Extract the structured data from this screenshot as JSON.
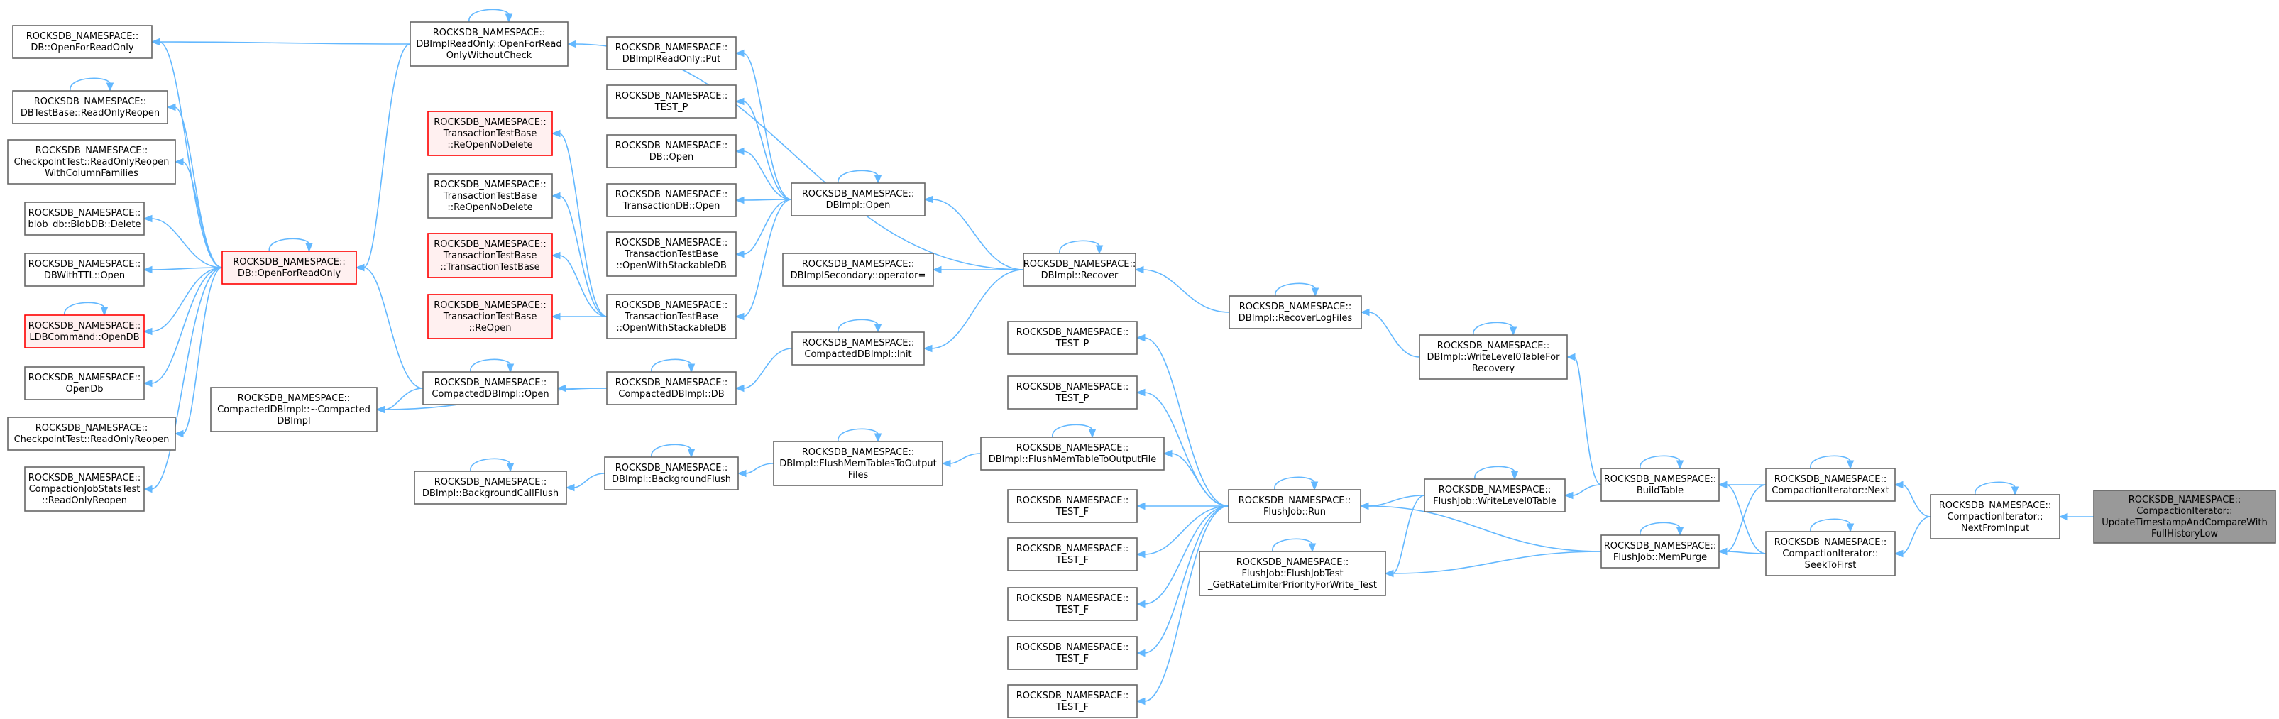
{
  "colors": {
    "edge": "#63b8ff",
    "node_border": "#666666",
    "highlight_border": "#ff0000",
    "highlight_fill": "#fff0f0",
    "root_fill": "#999999"
  },
  "nodes": [
    {
      "id": "n_db_openforreadonly",
      "lines": [
        "ROCKSDB_NAMESPACE::",
        "DB::OpenForReadOnly"
      ]
    },
    {
      "id": "n_dbtestbase_readonlyreopen",
      "lines": [
        "ROCKSDB_NAMESPACE::",
        "DBTestBase::ReadOnlyReopen"
      ]
    },
    {
      "id": "n_checkpoint_ro_cf",
      "lines": [
        "ROCKSDB_NAMESPACE::",
        "CheckpointTest::ReadOnlyReopen",
        "WithColumnFamilies"
      ]
    },
    {
      "id": "n_blobdb_delete",
      "lines": [
        "ROCKSDB_NAMESPACE::",
        "blob_db::BlobDB::Delete"
      ]
    },
    {
      "id": "n_dbwithttl_open",
      "lines": [
        "ROCKSDB_NAMESPACE::",
        "DBWithTTL::Open"
      ]
    },
    {
      "id": "n_ldbcommand_opendb",
      "lines": [
        "ROCKSDB_NAMESPACE::",
        "LDBCommand::OpenDB"
      ],
      "style": "red"
    },
    {
      "id": "n_opendb",
      "lines": [
        "ROCKSDB_NAMESPACE::",
        "OpenDb"
      ]
    },
    {
      "id": "n_checkpoint_ro",
      "lines": [
        "ROCKSDB_NAMESPACE::",
        "CheckpointTest::ReadOnlyReopen"
      ]
    },
    {
      "id": "n_compactionjobstats_ro",
      "lines": [
        "ROCKSDB_NAMESPACE::",
        "CompactionJobStatsTest",
        "::ReadOnlyReopen"
      ]
    },
    {
      "id": "n_db_openforreadonly2",
      "lines": [
        "ROCKSDB_NAMESPACE::",
        "DB::OpenForReadOnly"
      ],
      "style": "red"
    },
    {
      "id": "n_compacted_dtor",
      "lines": [
        "ROCKSDB_NAMESPACE::",
        "CompactedDBImpl::~Compacted",
        "DBImpl"
      ]
    },
    {
      "id": "n_dbimplreadonly_ofrowc",
      "lines": [
        "ROCKSDB_NAMESPACE::",
        "DBImplReadOnly::OpenForRead",
        "OnlyWithoutCheck"
      ]
    },
    {
      "id": "n_ttb_reopennodelete_red",
      "lines": [
        "ROCKSDB_NAMESPACE::",
        "TransactionTestBase",
        "::ReOpenNoDelete"
      ],
      "style": "red"
    },
    {
      "id": "n_ttb_reopennodelete",
      "lines": [
        "ROCKSDB_NAMESPACE::",
        "TransactionTestBase",
        "::ReOpenNoDelete"
      ]
    },
    {
      "id": "n_ttb_ctor",
      "lines": [
        "ROCKSDB_NAMESPACE::",
        "TransactionTestBase",
        "::TransactionTestBase"
      ],
      "style": "red"
    },
    {
      "id": "n_ttb_reopen",
      "lines": [
        "ROCKSDB_NAMESPACE::",
        "TransactionTestBase",
        "::ReOpen"
      ],
      "style": "red"
    },
    {
      "id": "n_compacted_open",
      "lines": [
        "ROCKSDB_NAMESPACE::",
        "CompactedDBImpl::Open"
      ]
    },
    {
      "id": "n_bgcallflush",
      "lines": [
        "ROCKSDB_NAMESPACE::",
        "DBImpl::BackgroundCallFlush"
      ]
    },
    {
      "id": "n_dbimplreadonly_put",
      "lines": [
        "ROCKSDB_NAMESPACE::",
        "DBImplReadOnly::Put"
      ]
    },
    {
      "id": "n_test_p_1",
      "lines": [
        "ROCKSDB_NAMESPACE::",
        "TEST_P"
      ]
    },
    {
      "id": "n_db_open",
      "lines": [
        "ROCKSDB_NAMESPACE::",
        "DB::Open"
      ]
    },
    {
      "id": "n_transactiondb_open",
      "lines": [
        "ROCKSDB_NAMESPACE::",
        "TransactionDB::Open"
      ]
    },
    {
      "id": "n_ttb_openwsdb1",
      "lines": [
        "ROCKSDB_NAMESPACE::",
        "TransactionTestBase",
        "::OpenWithStackableDB"
      ]
    },
    {
      "id": "n_ttb_openwsdb2",
      "lines": [
        "ROCKSDB_NAMESPACE::",
        "TransactionTestBase",
        "::OpenWithStackableDB"
      ]
    },
    {
      "id": "n_compacted_db",
      "lines": [
        "ROCKSDB_NAMESPACE::",
        "CompactedDBImpl::DB"
      ]
    },
    {
      "id": "n_bgflush",
      "lines": [
        "ROCKSDB_NAMESPACE::",
        "DBImpl::BackgroundFlush"
      ]
    },
    {
      "id": "n_dbimpl_open",
      "lines": [
        "ROCKSDB_NAMESPACE::",
        "DBImpl::Open"
      ]
    },
    {
      "id": "n_secondary_op",
      "lines": [
        "ROCKSDB_NAMESPACE::",
        "DBImplSecondary::operator="
      ]
    },
    {
      "id": "n_compacted_init",
      "lines": [
        "ROCKSDB_NAMESPACE::",
        "CompactedDBImpl::Init"
      ]
    },
    {
      "id": "n_flushmemtables",
      "lines": [
        "ROCKSDB_NAMESPACE::",
        "DBImpl::FlushMemTablesToOutput",
        "Files"
      ]
    },
    {
      "id": "n_flushmemtable",
      "lines": [
        "ROCKSDB_NAMESPACE::",
        "DBImpl::FlushMemTableToOutputFile"
      ]
    },
    {
      "id": "n_test_p_2",
      "lines": [
        "ROCKSDB_NAMESPACE::",
        "TEST_P"
      ]
    },
    {
      "id": "n_test_p_3",
      "lines": [
        "ROCKSDB_NAMESPACE::",
        "TEST_P"
      ]
    },
    {
      "id": "n_test_f_1",
      "lines": [
        "ROCKSDB_NAMESPACE::",
        "TEST_F"
      ]
    },
    {
      "id": "n_test_f_2",
      "lines": [
        "ROCKSDB_NAMESPACE::",
        "TEST_F"
      ]
    },
    {
      "id": "n_test_f_3",
      "lines": [
        "ROCKSDB_NAMESPACE::",
        "TEST_F"
      ]
    },
    {
      "id": "n_test_f_4",
      "lines": [
        "ROCKSDB_NAMESPACE::",
        "TEST_F"
      ]
    },
    {
      "id": "n_test_f_5",
      "lines": [
        "ROCKSDB_NAMESPACE::",
        "TEST_F"
      ]
    },
    {
      "id": "n_dbimpl_recover",
      "lines": [
        "ROCKSDB_NAMESPACE::",
        "DBImpl::Recover"
      ]
    },
    {
      "id": "n_recoverlogfiles",
      "lines": [
        "ROCKSDB_NAMESPACE::",
        "DBImpl::RecoverLogFiles"
      ]
    },
    {
      "id": "n_flushjob_run",
      "lines": [
        "ROCKSDB_NAMESPACE::",
        "FlushJob::Run"
      ]
    },
    {
      "id": "n_flushjobtest",
      "lines": [
        "ROCKSDB_NAMESPACE::",
        "FlushJob::FlushJobTest",
        "_GetRateLimiterPriorityForWrite_Test"
      ]
    },
    {
      "id": "n_writelevel0_recovery",
      "lines": [
        "ROCKSDB_NAMESPACE::",
        "DBImpl::WriteLevel0TableFor",
        "Recovery"
      ]
    },
    {
      "id": "n_flushjob_writelevel0",
      "lines": [
        "ROCKSDB_NAMESPACE::",
        "FlushJob::WriteLevel0Table"
      ]
    },
    {
      "id": "n_buildtable",
      "lines": [
        "ROCKSDB_NAMESPACE::",
        "BuildTable"
      ]
    },
    {
      "id": "n_flushjob_mempurge",
      "lines": [
        "ROCKSDB_NAMESPACE::",
        "FlushJob::MemPurge"
      ]
    },
    {
      "id": "n_ci_next",
      "lines": [
        "ROCKSDB_NAMESPACE::",
        "CompactionIterator::Next"
      ]
    },
    {
      "id": "n_ci_seektofirst",
      "lines": [
        "ROCKSDB_NAMESPACE::",
        "CompactionIterator::",
        "SeekToFirst"
      ]
    },
    {
      "id": "n_ci_nextfrominput",
      "lines": [
        "ROCKSDB_NAMESPACE::",
        "CompactionIterator::",
        "NextFromInput"
      ]
    },
    {
      "id": "n_ci_root",
      "lines": [
        "ROCKSDB_NAMESPACE::",
        "CompactionIterator::",
        "UpdateTimestampAndCompareWith",
        "FullHistoryLow"
      ],
      "style": "root"
    }
  ]
}
